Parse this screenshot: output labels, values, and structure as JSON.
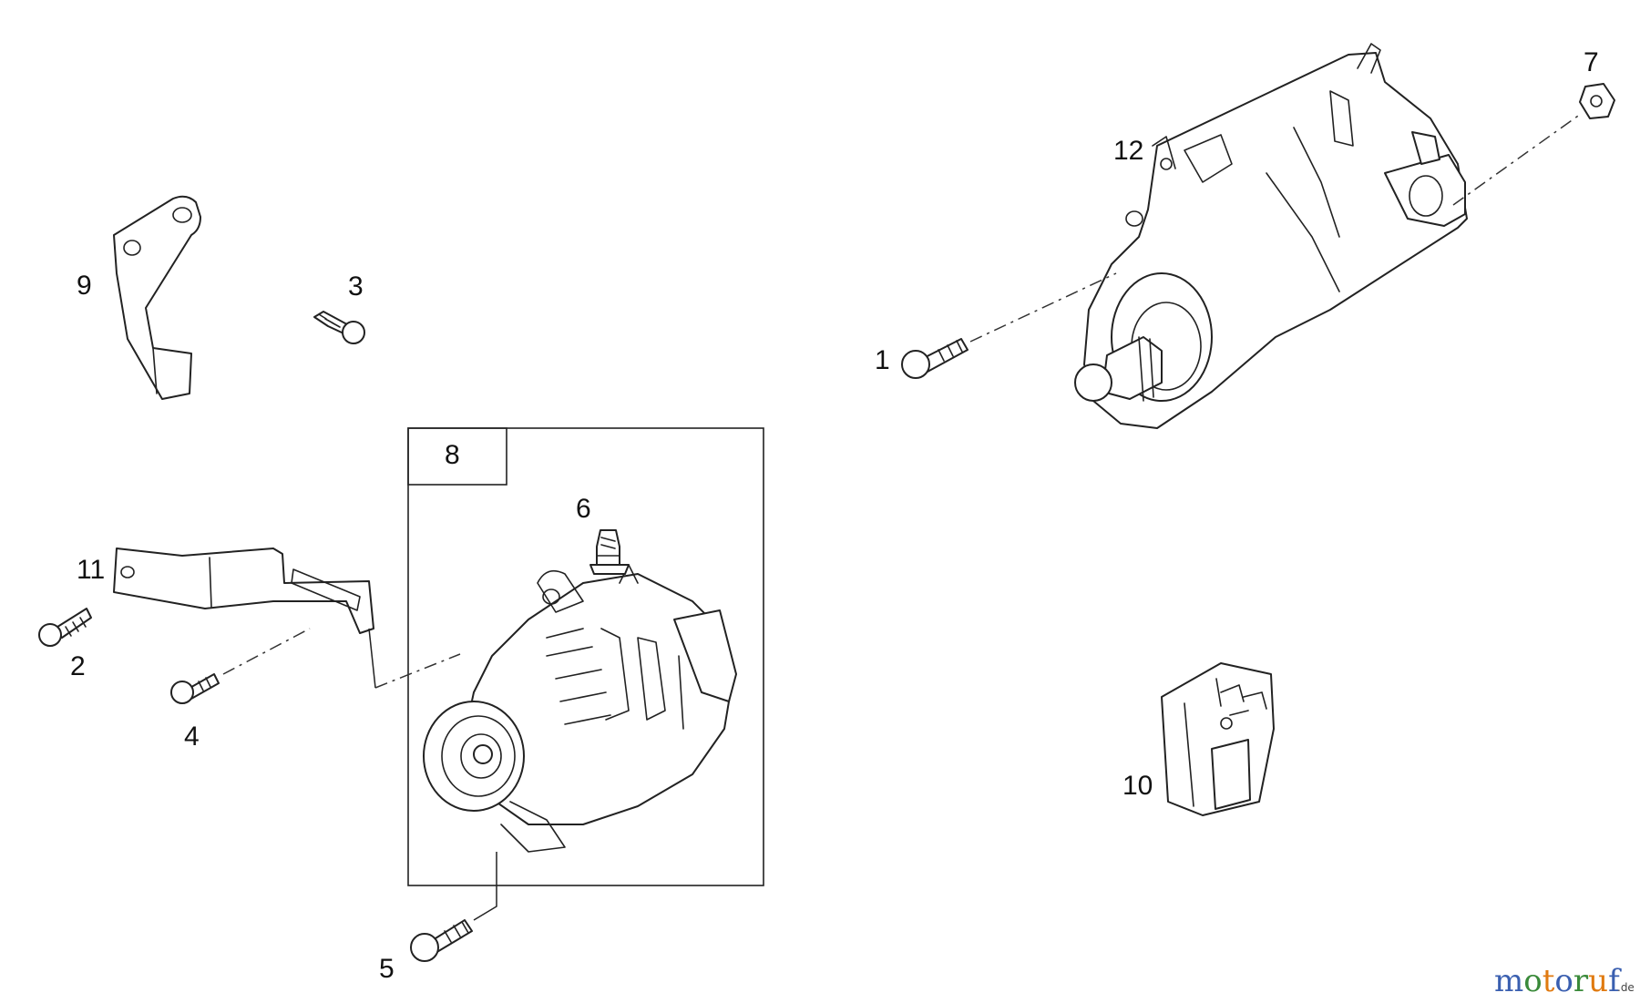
{
  "callouts": {
    "c1": "1",
    "c2": "2",
    "c3": "3",
    "c4": "4",
    "c5": "5",
    "c6": "6",
    "c7": "7",
    "c8": "8",
    "c9": "9",
    "c10": "10",
    "c11": "11",
    "c12": "12"
  },
  "watermark": {
    "parts": [
      "m",
      "o",
      "t",
      "o",
      "r",
      "u",
      "f"
    ],
    "suffix": ".de"
  },
  "colors": {
    "line": "#222222",
    "watermark_m": "#3a5fb0",
    "watermark_o": "#3a8a3a",
    "watermark_t": "#e07a10"
  }
}
